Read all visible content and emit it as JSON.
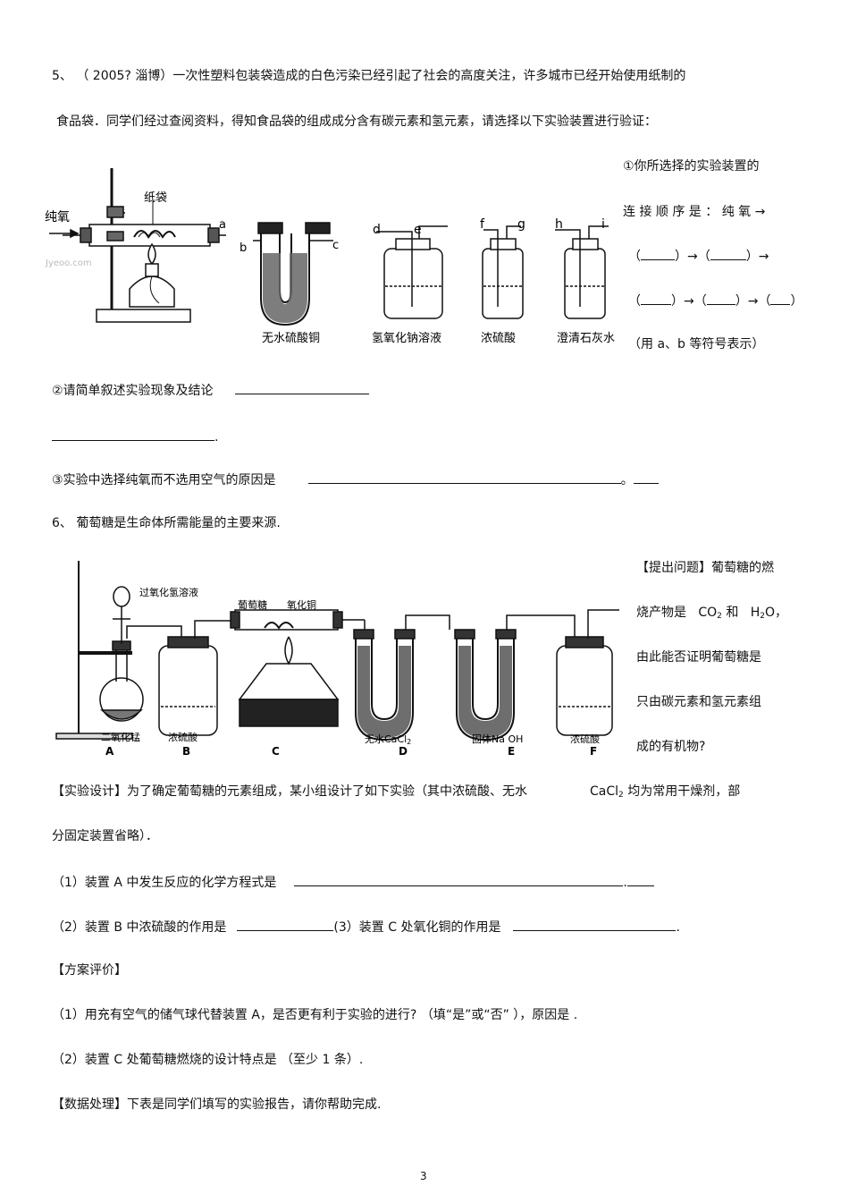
{
  "q5": {
    "line1": "5、  （ 2005? 淄博）一次性塑料包装袋造成的白色污染已经引起了社会的高度关注，许多城市已经开始使用纸制的",
    "line2": "食品袋．同学们经过查阅资料，得知食品袋的组成成分含有碳元素和氢元素，请选择以下实验装置进行验证：",
    "side": {
      "l1": "①你所选择的实验装置的",
      "l2": "连 接 顺 序 是 ： 纯 氧 →",
      "l3a": "（",
      "l3b": "）→（",
      "l3c": "）→",
      "l4a": "（",
      "l4b": "）→（",
      "l4c": "）→（",
      "l4d": "）",
      "l5": "（用 a、b 等符号表示）"
    },
    "fig": {
      "pure_oxygen": "纯氧",
      "paper_bag": "纸袋",
      "watermark": "Jyeoo.com",
      "labels": {
        "a": "a",
        "b": "b",
        "c": "c",
        "d": "d",
        "e": "e",
        "f": "f",
        "g": "g",
        "h": "h",
        "i": "i"
      },
      "cap_cuso4": "无水硫酸铜",
      "cap_naoh": "氢氧化钠溶液",
      "cap_h2so4": "浓硫酸",
      "cap_limewater": "澄清石灰水"
    },
    "q2": "②请简单叙述实验现象及结论",
    "q2_end": ".",
    "q3": "③实验中选择纯氧而不选用空气的原因是",
    "q3_end": "。"
  },
  "q6": {
    "line1": "6、  葡萄糖是生命体所需能量的主要来源.",
    "side": {
      "l1": "【提出问题】葡萄糖的燃",
      "l2a": "烧产物是",
      "l2b": "CO",
      "l2c": "2",
      "l2d": "和",
      "l2e": "H",
      "l2f": "2",
      "l2g": "O，",
      "l3": "由此能否证明葡萄糖是",
      "l4": "只由碳元素和氢元素组",
      "l5": "成的有机物?"
    },
    "fig": {
      "h2o2": "过氧化氢溶液",
      "glucose": "葡萄糖",
      "cuo": "氧化铜",
      "mno2": "二氧化锰",
      "conc_h2so4_b": "浓硫酸",
      "cacl2": "无水CaCl",
      "cacl2_sub": "2",
      "naoh_solid": "固体Na OH",
      "conc_h2so4_f": "浓硫酸",
      "A": "A",
      "B": "B",
      "C": "C",
      "D": "D",
      "E": "E",
      "F": "F"
    },
    "design_a": "【实验设计】为了确定葡萄糖的元素组成，某小组设计了如下实验（其中浓硫酸、无水",
    "design_b": "CaCl",
    "design_b_sub": "2",
    "design_c": "均为常用干燥剂，部",
    "design2": "分固定装置省略）．",
    "p1": "（1）装置  A 中发生反应的化学方程式是",
    "p1_end": ".",
    "p2": "（2）装置  B 中浓硫酸的作用是",
    "p3": "(3）装置  C 处氧化铜的作用是",
    "p3_end": ".",
    "eval_title": "【方案评价】",
    "e1": "（1）用充有空气的储气球代替装置      A，是否更有利于实验的进行?         （填“是”或“否”  ），原因是    .",
    "e2": "（2）装置  C 处葡萄糖燃烧的设计特点是        （至少  1 条）.",
    "data_title": "【数据处理】下表是同学们填写的实验报告，请你帮助完成."
  },
  "page_number": "3"
}
